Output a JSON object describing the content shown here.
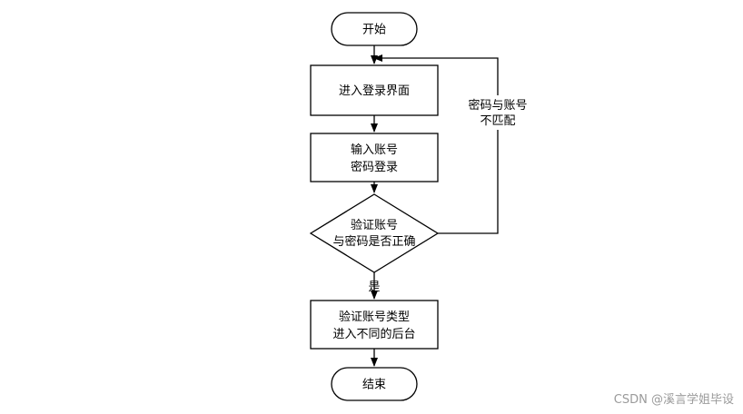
{
  "nodes": {
    "start": "开始",
    "enter_login": "进入登录界面",
    "input_line1": "输入账号",
    "input_line2": "密码登录",
    "verify_line1": "验证账号",
    "verify_line2": "与密码是否正确",
    "type_line1": "验证账号类型",
    "type_line2": "进入不同的后台",
    "end": "结束"
  },
  "edges": {
    "mismatch_line1": "密码与账号",
    "mismatch_line2": "不匹配",
    "yes": "是"
  },
  "watermark": "CSDN @溪言学姐毕设"
}
